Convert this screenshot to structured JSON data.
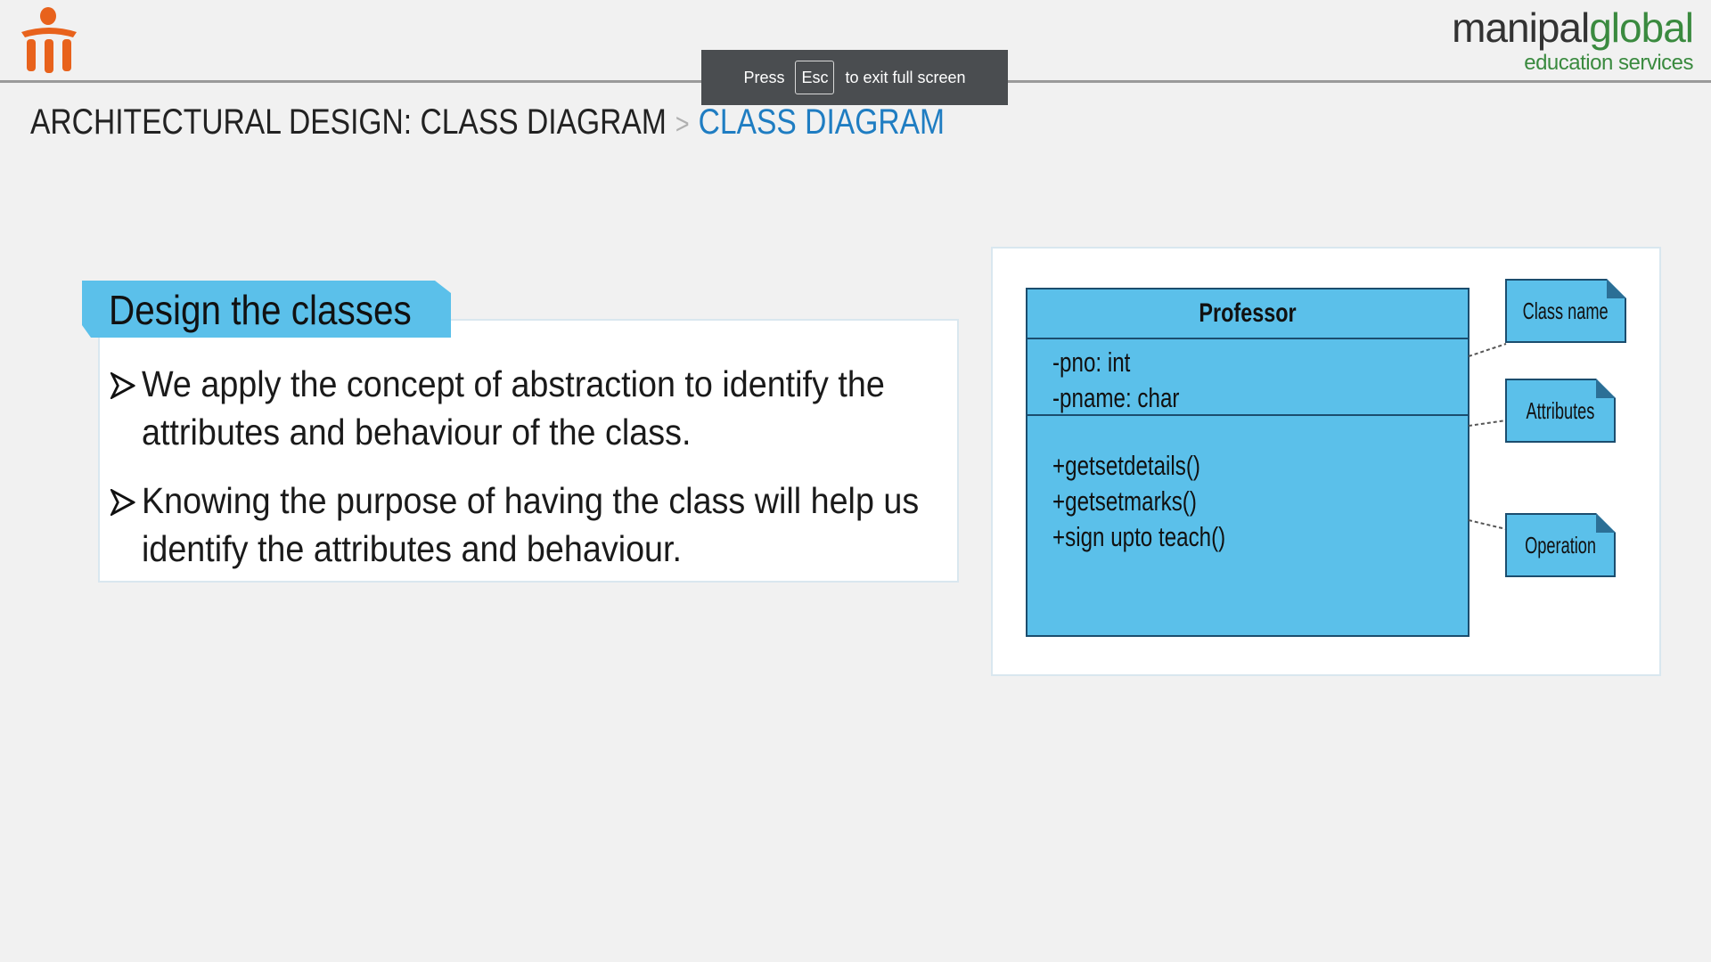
{
  "brand": {
    "name_part1": "manipal",
    "name_part2": "global",
    "tagline": "education services"
  },
  "fullscreen_notice": {
    "press": "Press",
    "key": "Esc",
    "rest": "to exit full screen"
  },
  "breadcrumb": {
    "root": "ARCHITECTURAL DESIGN: CLASS DIAGRAM",
    "separator": ">",
    "current": "CLASS DIAGRAM"
  },
  "content": {
    "heading": "Design the classes",
    "bullets": [
      "We apply the concept of abstraction to identify the attributes and behaviour of the class.",
      "Knowing the purpose of having the class will help us identify the attributes and behaviour."
    ]
  },
  "uml": {
    "class_name": "Professor",
    "attributes": [
      "-pno: int",
      "-pname: char"
    ],
    "operations": [
      "+getsetdetails()",
      "+getsetmarks()",
      "+sign upto teach()"
    ],
    "notes": [
      "Class name",
      "Attributes",
      "Operation"
    ]
  },
  "colors": {
    "accent_blue": "#5bc0ea",
    "breadcrumb_blue": "#1f7dc2",
    "brand_green": "#3a8a3f",
    "logo_orange": "#e8621c"
  },
  "icons": {
    "logo": "manipal-logo-icon",
    "bullet": "arrow-bullet-icon"
  }
}
